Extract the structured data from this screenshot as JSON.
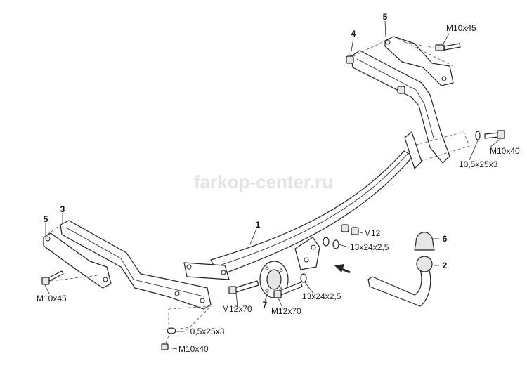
{
  "watermark": "farkop-center.ru",
  "parts": {
    "p1": "1",
    "p2": "2",
    "p3": "3",
    "p4": "4",
    "p5_top": "5",
    "p5_left": "5",
    "p6": "6",
    "p7": "7"
  },
  "fasteners": {
    "m10x45_top": "M10x45",
    "m10x40_right": "M10x40",
    "washer_right": "10,5x25x3",
    "m12": "M12",
    "washer_13_upper": "13x24x2,5",
    "washer_13_lower": "13x24x2,5",
    "m12x70_left": "M12x70",
    "m12x70_right": "M12x70",
    "m10x45_left": "M10x45",
    "washer_bottom": "10,5x25x3",
    "m10x40_bottom": "M10x40"
  }
}
